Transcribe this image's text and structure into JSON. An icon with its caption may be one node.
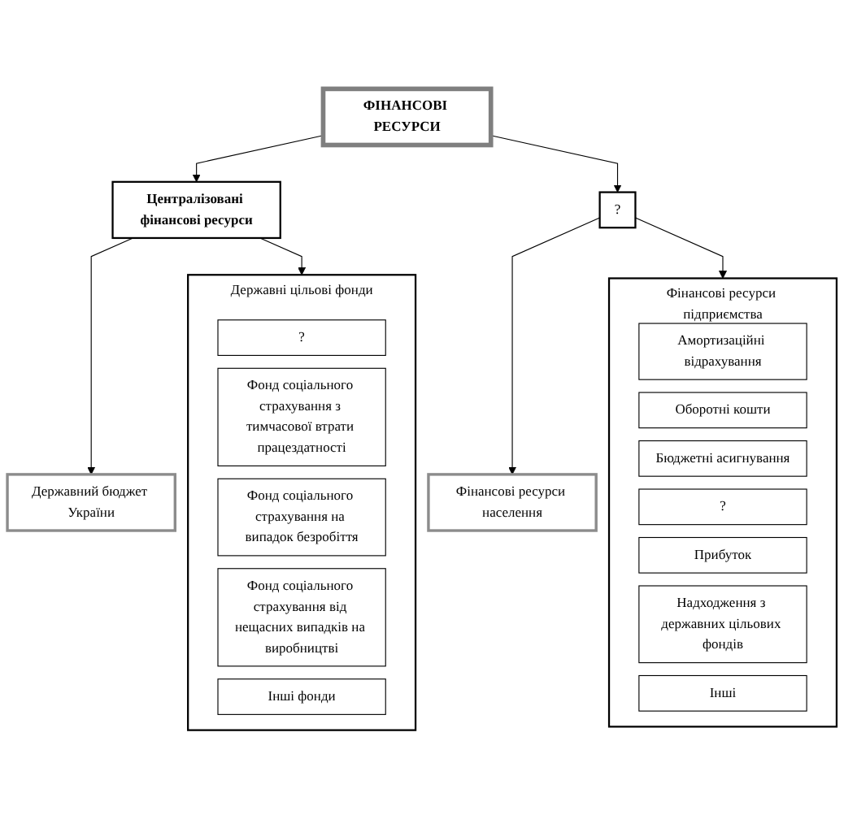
{
  "diagram": {
    "nodes": [
      {
        "text": [
          "ФІНАНСОВІ РЕСУРСИ"
        ]
      },
      {
        "text": [
          "Централізовані фінансові ресурси"
        ]
      },
      {
        "text": [
          "?"
        ]
      },
      {
        "text": [
          "Державний бюджет України"
        ]
      },
      {
        "text": [
          "Фінансові ресурси населення"
        ]
      },
      {
        "text": [
          "Державні цільові фонди"
        ]
      },
      {
        "text": [
          "?"
        ],
        "in": 5
      },
      {
        "text": [
          "Фонд соціального страхування з тимчасової втрати працездатності"
        ],
        "in": 5
      },
      {
        "text": [
          "Фонд соціального страхування на випадок безробіття"
        ],
        "in": 5
      },
      {
        "text": [
          "Фонд соціального страхування від нещасних випадків на виробництві"
        ],
        "in": 5
      },
      {
        "text": [
          "Інші фонди"
        ],
        "in": 5
      },
      {
        "text": [
          "Фінансові ресурси підприємства"
        ]
      },
      {
        "text": [
          "Амортизаційні відрахування"
        ],
        "in": 11
      },
      {
        "text": [
          "Оборотні кошти"
        ],
        "in": 11
      },
      {
        "text": [
          "Бюджетні асигнування"
        ],
        "in": 11
      },
      {
        "text": [
          "?"
        ],
        "in": 11
      },
      {
        "text": [
          "Прибуток"
        ],
        "in": 11
      },
      {
        "text": [
          "Надходження з державних цільових фондів"
        ],
        "in": 11
      },
      {
        "text": [
          "Інші"
        ],
        "in": 11
      }
    ],
    "edges": [
      {
        "from": 0,
        "to": 1,
        "arrow": "to"
      },
      {
        "from": 0,
        "to": 2,
        "arrow": "to"
      },
      {
        "from": 1,
        "to": 3,
        "arrow": "to"
      },
      {
        "from": 1,
        "to": 5,
        "arrow": "to"
      },
      {
        "from": 2,
        "to": 11,
        "arrow": "to"
      },
      {
        "from": 2,
        "to": 4,
        "arrow": "to"
      }
    ]
  }
}
